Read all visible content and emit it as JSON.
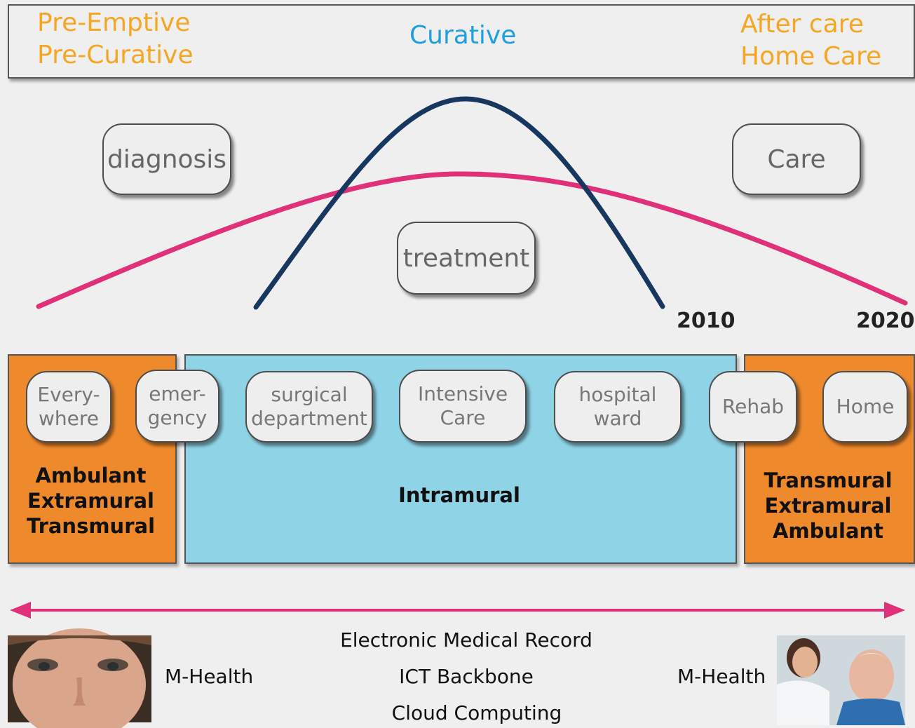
{
  "header": {
    "left_line1": "Pre-Emptive",
    "left_line2": "Pre-Curative",
    "center": "Curative",
    "right_line1": "After care",
    "right_line2": "Home Care"
  },
  "phases": {
    "diagnosis": "diagnosis",
    "treatment": "treatment",
    "care": "Care"
  },
  "years": {
    "first": "2010",
    "second": "2020"
  },
  "locations": [
    {
      "label": "Every-\nwhere"
    },
    {
      "label": "emer-\ngency"
    },
    {
      "label": "surgical\ndepartment"
    },
    {
      "label": "Intensive\nCare"
    },
    {
      "label": "hospital\nward"
    },
    {
      "label": "Rehab"
    },
    {
      "label": "Home"
    }
  ],
  "panels": {
    "left": "Ambulant\nExtramural\nTransmural",
    "center": "Intramural",
    "right": "Transmural\nExtramural\nAmbulant"
  },
  "bottom": {
    "m_health_left": "M-Health",
    "m_health_right": "M-Health",
    "emr": "Electronic Medical Record",
    "ict": "ICT Backbone",
    "cloud": "Cloud Computing"
  },
  "colors": {
    "orange_text": "#f5a623",
    "blue_text": "#1fa0dc",
    "orange_panel": "#ef8a2c",
    "blue_panel": "#8fd3e6",
    "curve_2010": "#17375e",
    "curve_2020": "#e0307a",
    "arrow": "#e0307a"
  }
}
